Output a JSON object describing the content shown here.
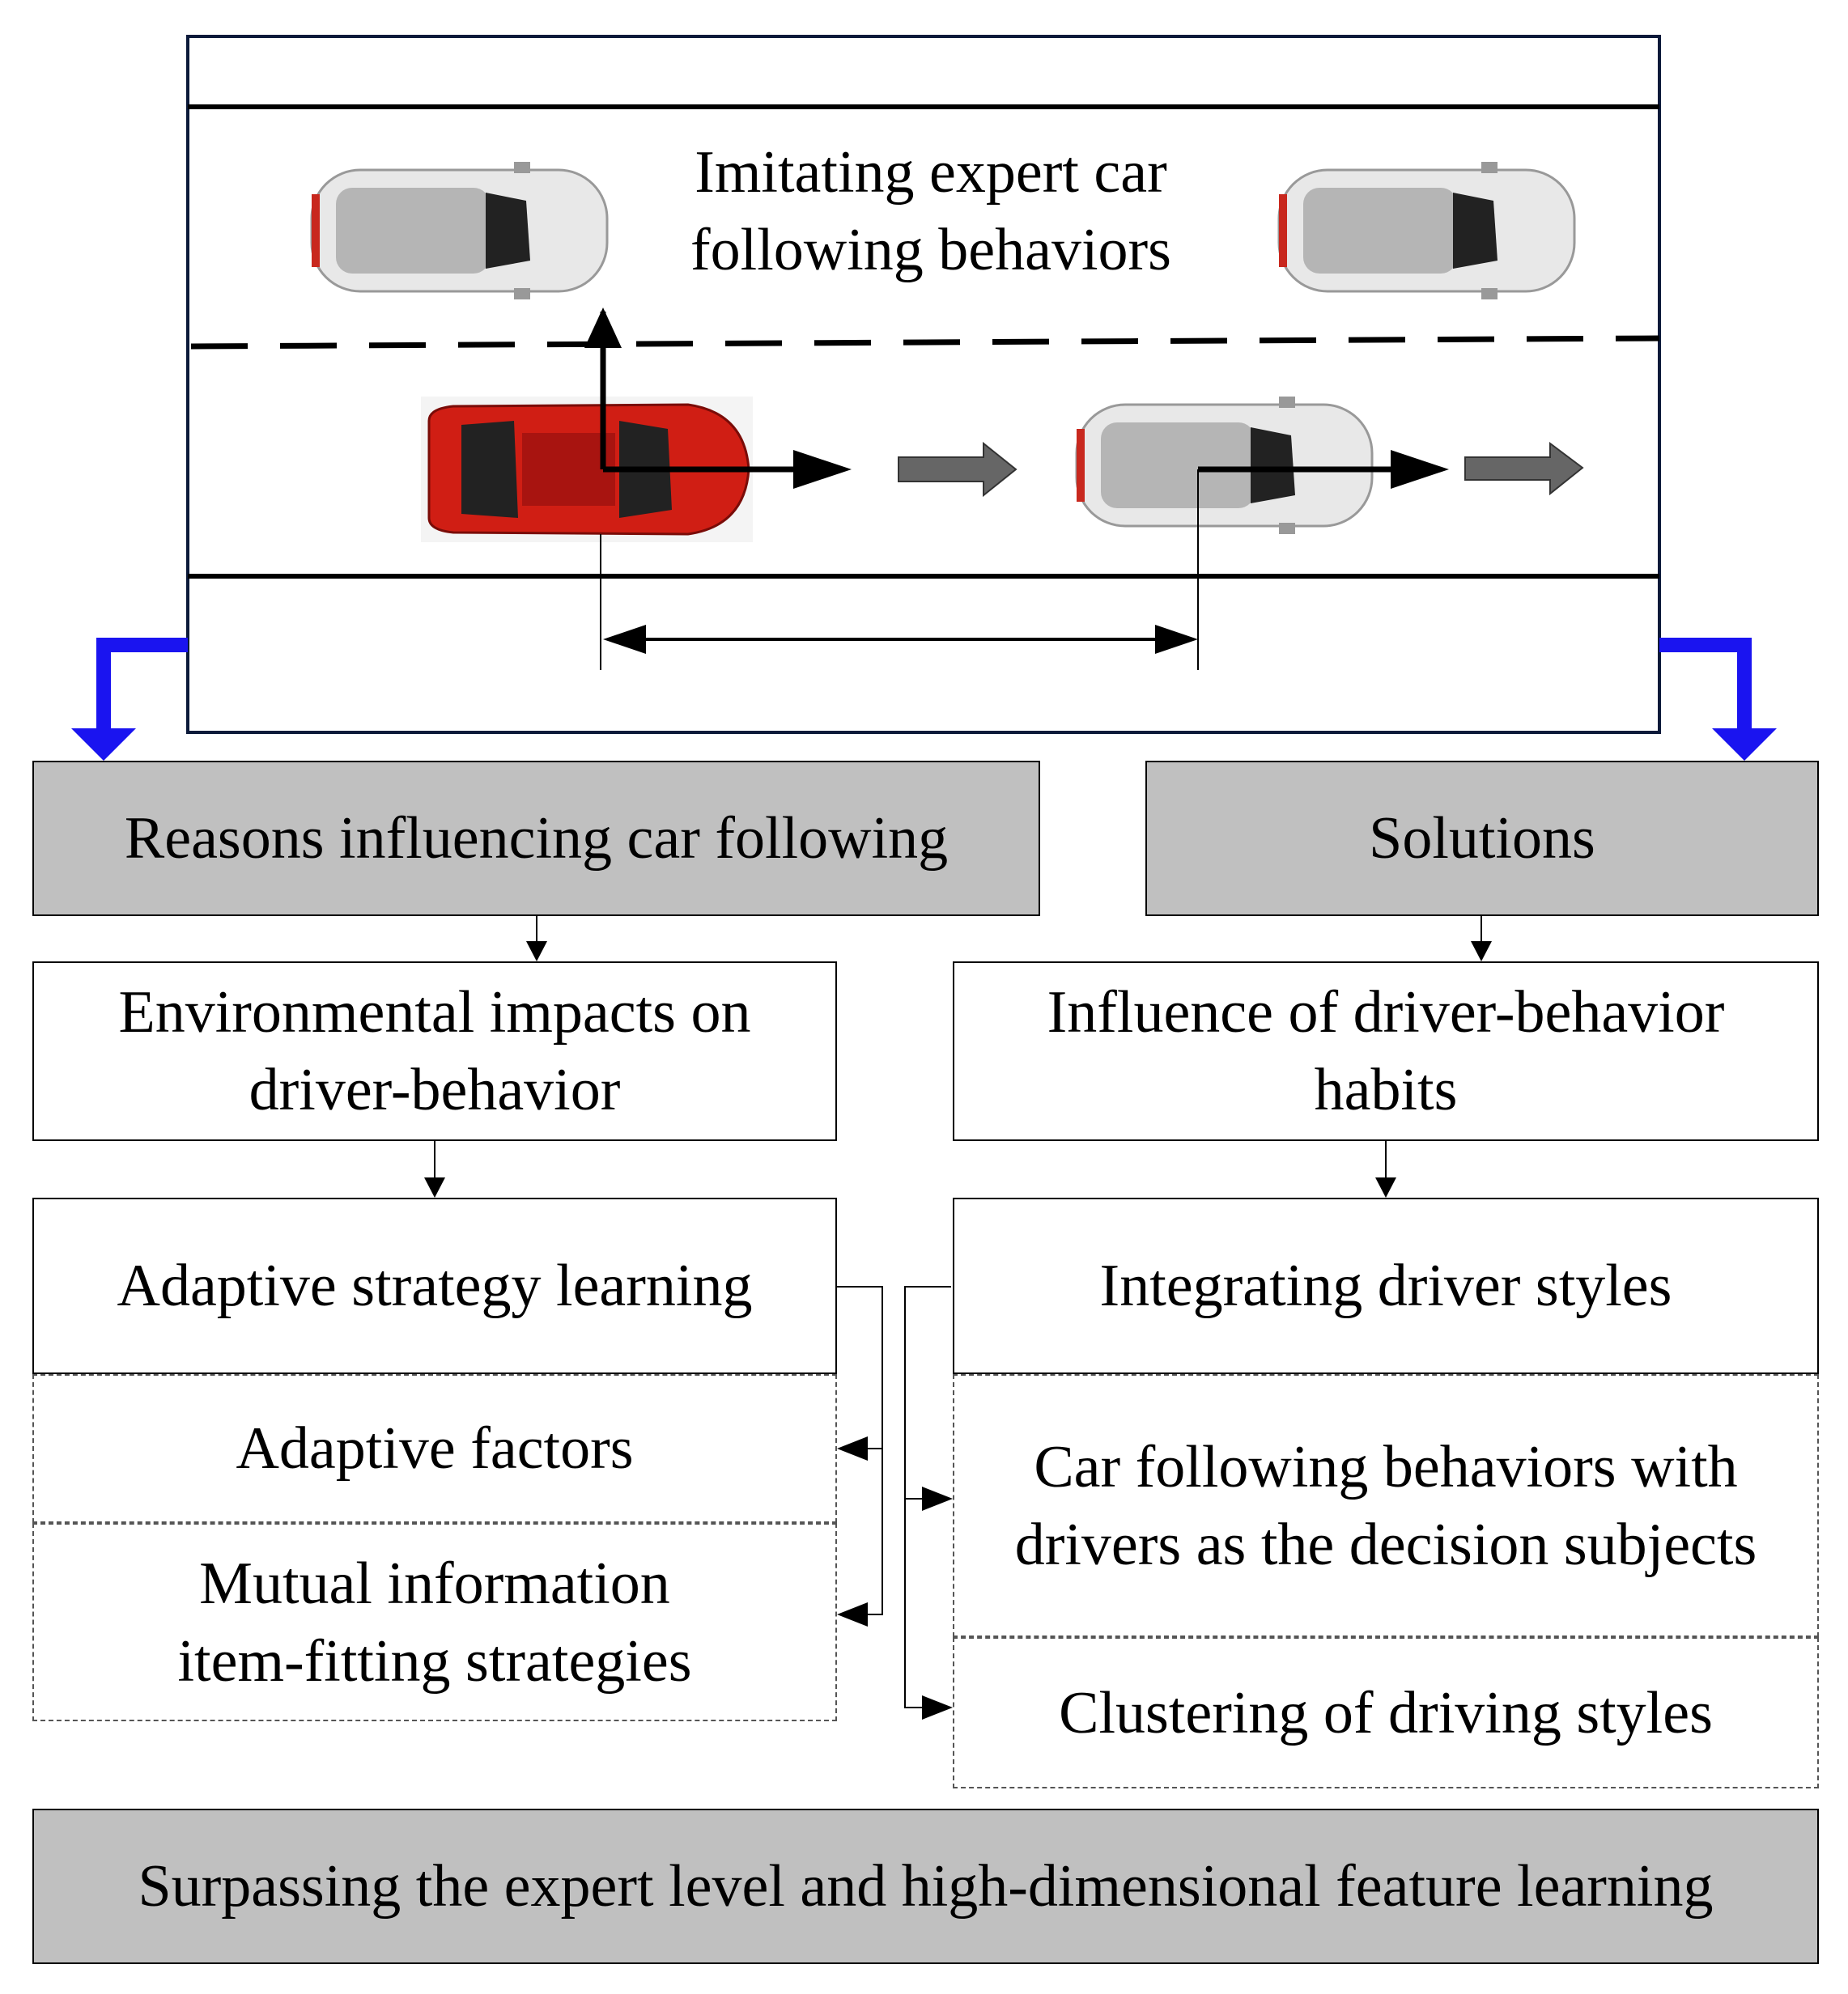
{
  "road": {
    "title_line1": "Imitating expert car",
    "title_line2": "following behaviors"
  },
  "left": {
    "header": "Reasons influencing car following",
    "env_line1": "Environmental impacts on",
    "env_line2": "driver-behavior",
    "adaptive_strategy": "Adaptive strategy learning",
    "adaptive_factors": "Adaptive factors",
    "mutual_line1": "Mutual information",
    "mutual_line2": "item-fitting strategies"
  },
  "right": {
    "header": "Solutions",
    "influence_line1": "Influence of driver-behavior",
    "influence_line2": "habits",
    "integrating": "Integrating driver styles",
    "car_following_line1": "Car following behaviors with",
    "car_following_line2": "drivers as the decision subjects",
    "clustering": "Clustering of driving styles"
  },
  "footer": "Surpassing the expert level and high-dimensional feature learning",
  "colors": {
    "accent_blue": "#1a14f0",
    "box_grey": "#c0c0c0",
    "ego_car": "#d01e14",
    "other_car": "#e8e8e8",
    "gray_arrow": "#666666"
  }
}
